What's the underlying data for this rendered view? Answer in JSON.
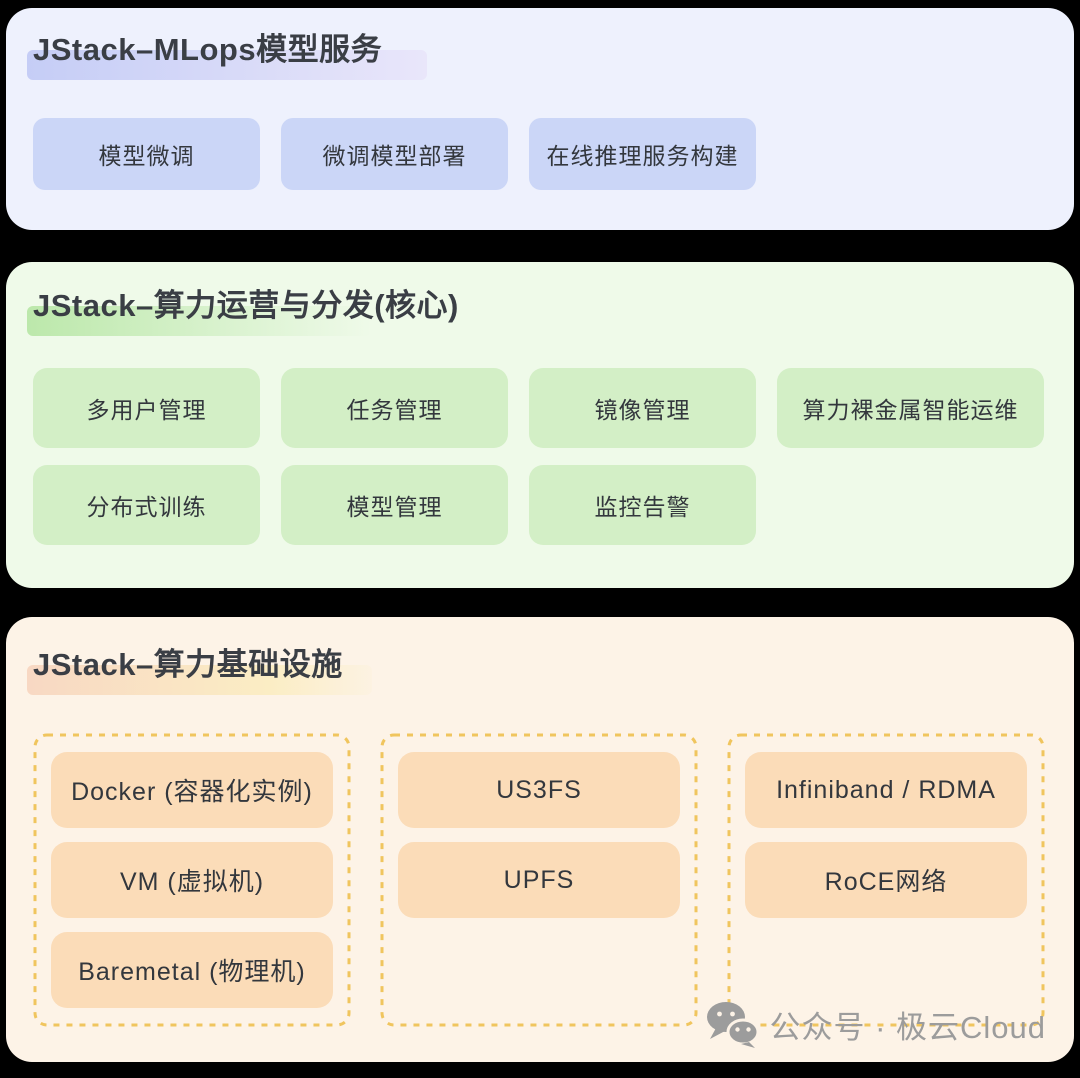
{
  "theme": {
    "page-bg": "#000000",
    "text": "#3a3e45",
    "btn-text": "#33373d",
    "ml-bg": "#eef1fd",
    "ml-btn": "#cbd6f7",
    "ml-hl-a": "#c5cdf6",
    "ml-hl-b": "#e9e6fa",
    "core-bg": "#effae9",
    "core-btn": "#d3efc6",
    "core-hl": "#bce8ab",
    "infra-bg": "#fdf3e7",
    "infra-btn": "#fbdcb8",
    "infra-hl-a": "#f8d8c3",
    "infra-hl-b": "#fbedc4",
    "infra-dash": "#f0c55e",
    "watermark": "#9c9c9c"
  },
  "sections": {
    "mlops": {
      "title": "JStack–MLops模型服务",
      "blocks": [
        "模型微调",
        "微调模型部署",
        "在线推理服务构建"
      ]
    },
    "core": {
      "title": "JStack–算力运营与分发(核心)",
      "blocks_row1": [
        "多用户管理",
        "任务管理",
        "镜像管理",
        "算力裸金属智能运维"
      ],
      "blocks_row2": [
        "分布式训练",
        "模型管理",
        "监控告警"
      ]
    },
    "infra": {
      "title": "JStack–算力基础设施",
      "groups": [
        [
          "Docker (容器化实例)",
          "VM (虚拟机)",
          "Baremetal (物理机)"
        ],
        [
          "US3FS",
          "UPFS"
        ],
        [
          "Infiniband / RDMA",
          "RoCE网络"
        ]
      ]
    }
  },
  "watermark": {
    "icon": "wechat-icon",
    "text": "公众号 · 极云Cloud"
  }
}
